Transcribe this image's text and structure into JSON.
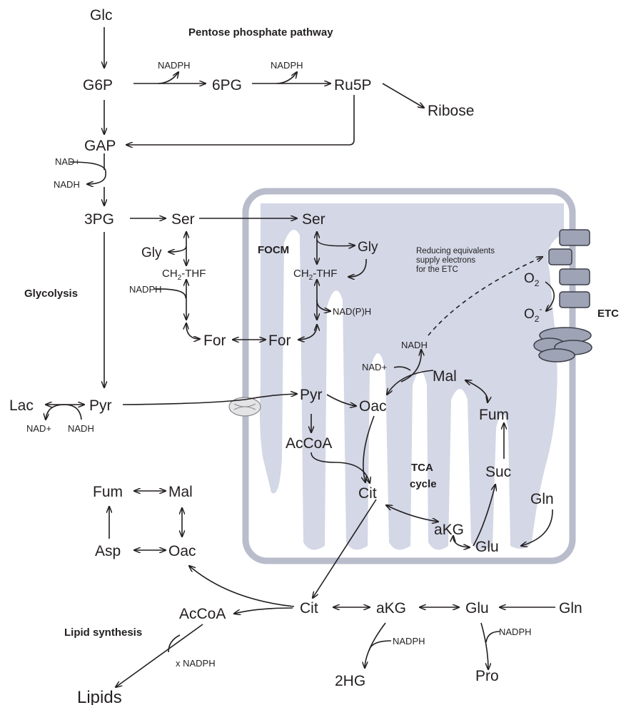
{
  "titles": {
    "ppp": "Pentose phosphate pathway",
    "glycolysis": "Glycolysis",
    "focm": "FOCM",
    "tca_a": "TCA",
    "tca_b": "cycle",
    "lipid": "Lipid synthesis",
    "etc": "ETC"
  },
  "metabolites": {
    "glc": "Glc",
    "g6p": "G6P",
    "pg6": "6PG",
    "ru5p": "Ru5P",
    "ribose": "Ribose",
    "gap": "GAP",
    "pg3": "3PG",
    "ser_c": "Ser",
    "ser_m": "Ser",
    "gly_c": "Gly",
    "gly_m": "Gly",
    "thf_c": "CH",
    "thf_c_sub": "2",
    "thf_c_rest": "-THF",
    "thf_m": "CH",
    "thf_m_sub": "2",
    "thf_m_rest": "-THF",
    "for_c": "For",
    "for_m": "For",
    "lac": "Lac",
    "pyr_c": "Pyr",
    "pyr_m": "Pyr",
    "oac_m": "Oac",
    "mal_m": "Mal",
    "fum_m": "Fum",
    "suc_m": "Suc",
    "accoa_m": "AcCoA",
    "cit_m": "Cit",
    "akg_m": "aKG",
    "glu_m": "Glu",
    "gln_m": "Gln",
    "fum_c": "Fum",
    "mal_c": "Mal",
    "asp_c": "Asp",
    "oac_c": "Oac",
    "cit_c": "Cit",
    "akg_c": "aKG",
    "glu_c": "Glu",
    "gln_c": "Gln",
    "accoa_c": "AcCoA",
    "hg2": "2HG",
    "pro": "Pro",
    "lipids": "Lipids"
  },
  "cofactors": {
    "nadph_1": "NADPH",
    "nadph_2": "NADPH",
    "nad_plus_1": "NAD+",
    "nadh_1": "NADH",
    "nadph_focm": "NADPH",
    "nadph_mito": "NAD(P)H",
    "nad_plus_lac": "NAD+",
    "nadh_lac": "NADH",
    "nad_plus_mito": "NAD+",
    "nadh_mito": "NADH",
    "nadph_2hg": "NADPH",
    "nadph_pro": "NADPH",
    "nadph_lipid": "x NADPH",
    "o2": "O",
    "o2_sub": "2",
    "o2m": "O",
    "o2m_sub": "2",
    "o2m_sup": "-"
  },
  "annotation": {
    "line1": "Reducing equivalents",
    "line2": "supply electrons",
    "line3": "for the ETC"
  },
  "colors": {
    "ink": "#231f20",
    "mito_fill": "#d3d7e6",
    "mito_stroke": "#b9bccb",
    "etc_fill": "#9ea3b5",
    "etc_stroke": "#3d3f4a"
  }
}
